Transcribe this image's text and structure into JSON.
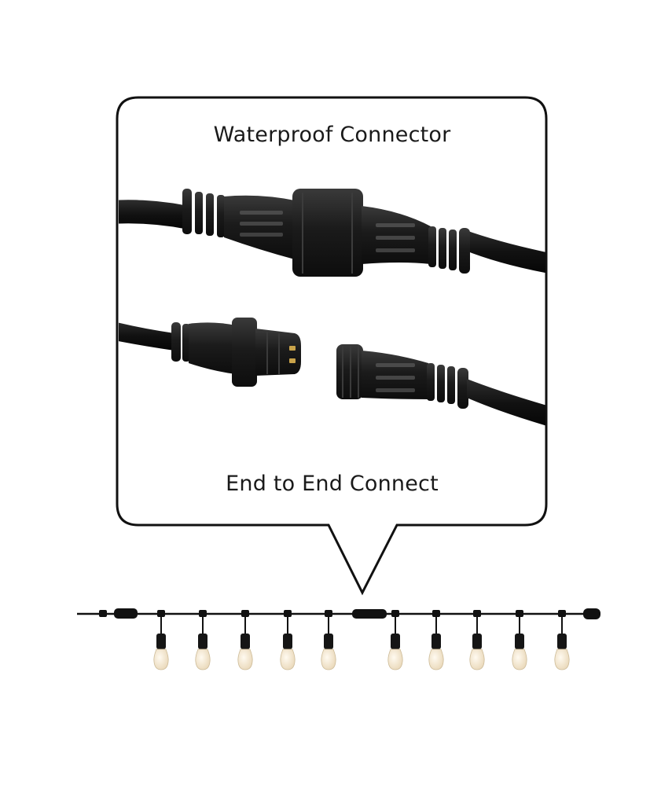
{
  "callout": {
    "title": "Waterproof Connector",
    "subtitle": "End to End Connect"
  },
  "illustration": {
    "cable_color": "#141414",
    "connector_color": "#1c1c1c",
    "bulb_color": "#f3e6cf",
    "bulb_count": 10
  },
  "icons": [
    "speech-bubble-icon",
    "connector-icon",
    "string-light-icon",
    "bulb-icon"
  ]
}
